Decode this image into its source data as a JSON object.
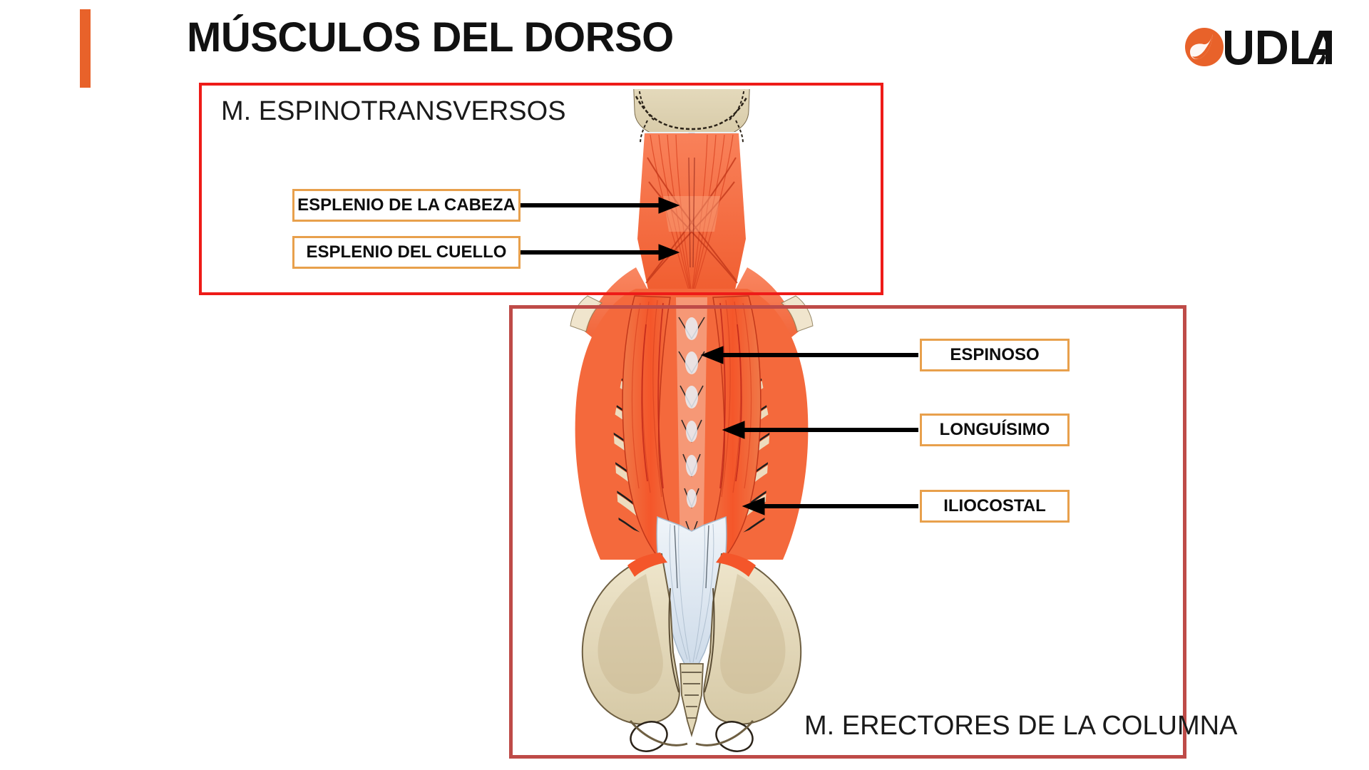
{
  "slide": {
    "title": "MÚSCULOS DEL DORSO",
    "accent_color": "#E8622A",
    "background": "#FFFFFF"
  },
  "logo": {
    "text": "UDLA",
    "mark": "udla-leaf-circle-icon",
    "mark_color": "#E8622A",
    "text_color": "#111111"
  },
  "sections": [
    {
      "id": "espinotransversos",
      "heading": "M. ESPINOTRANSVERSOS",
      "border_color": "#EE1B18",
      "labels": [
        {
          "id": "esplenio-cabeza",
          "text": "ESPLENIO DE LA CABEZA"
        },
        {
          "id": "esplenio-cuello",
          "text": "ESPLENIO DEL CUELLO"
        }
      ]
    },
    {
      "id": "erectores-columna",
      "heading": "M. ERECTORES DE LA COLUMNA",
      "border_color": "#BE4B48",
      "labels": [
        {
          "id": "espinoso",
          "text": "ESPINOSO"
        },
        {
          "id": "longuisimo",
          "text": "LONGUÍSIMO"
        },
        {
          "id": "iliocostal",
          "text": "ILIOCOSTAL"
        }
      ]
    }
  ],
  "callout_style": {
    "border_color": "#E8A04C",
    "fill_color": "#FFFFFF",
    "text_color": "#0D0D0D"
  },
  "illustration": {
    "name": "posterior-back-muscles-anatomy",
    "description": "Vista posterior de los músculos del dorso: cráneo, músculos esplenios del cuello, erectores de la columna, costillas y pelvis",
    "colors": {
      "muscle": "#F4693C",
      "muscle_light": "#F99A6E",
      "bone": "#DED3B4",
      "bone_light": "#EFE7D2",
      "tendon": "#D8E2EE",
      "tendon_light": "#EEF3F8",
      "outline": "#1A1A1A",
      "vessel": "#C4231A"
    }
  },
  "arrows": {
    "color": "#000000",
    "count": 5
  }
}
